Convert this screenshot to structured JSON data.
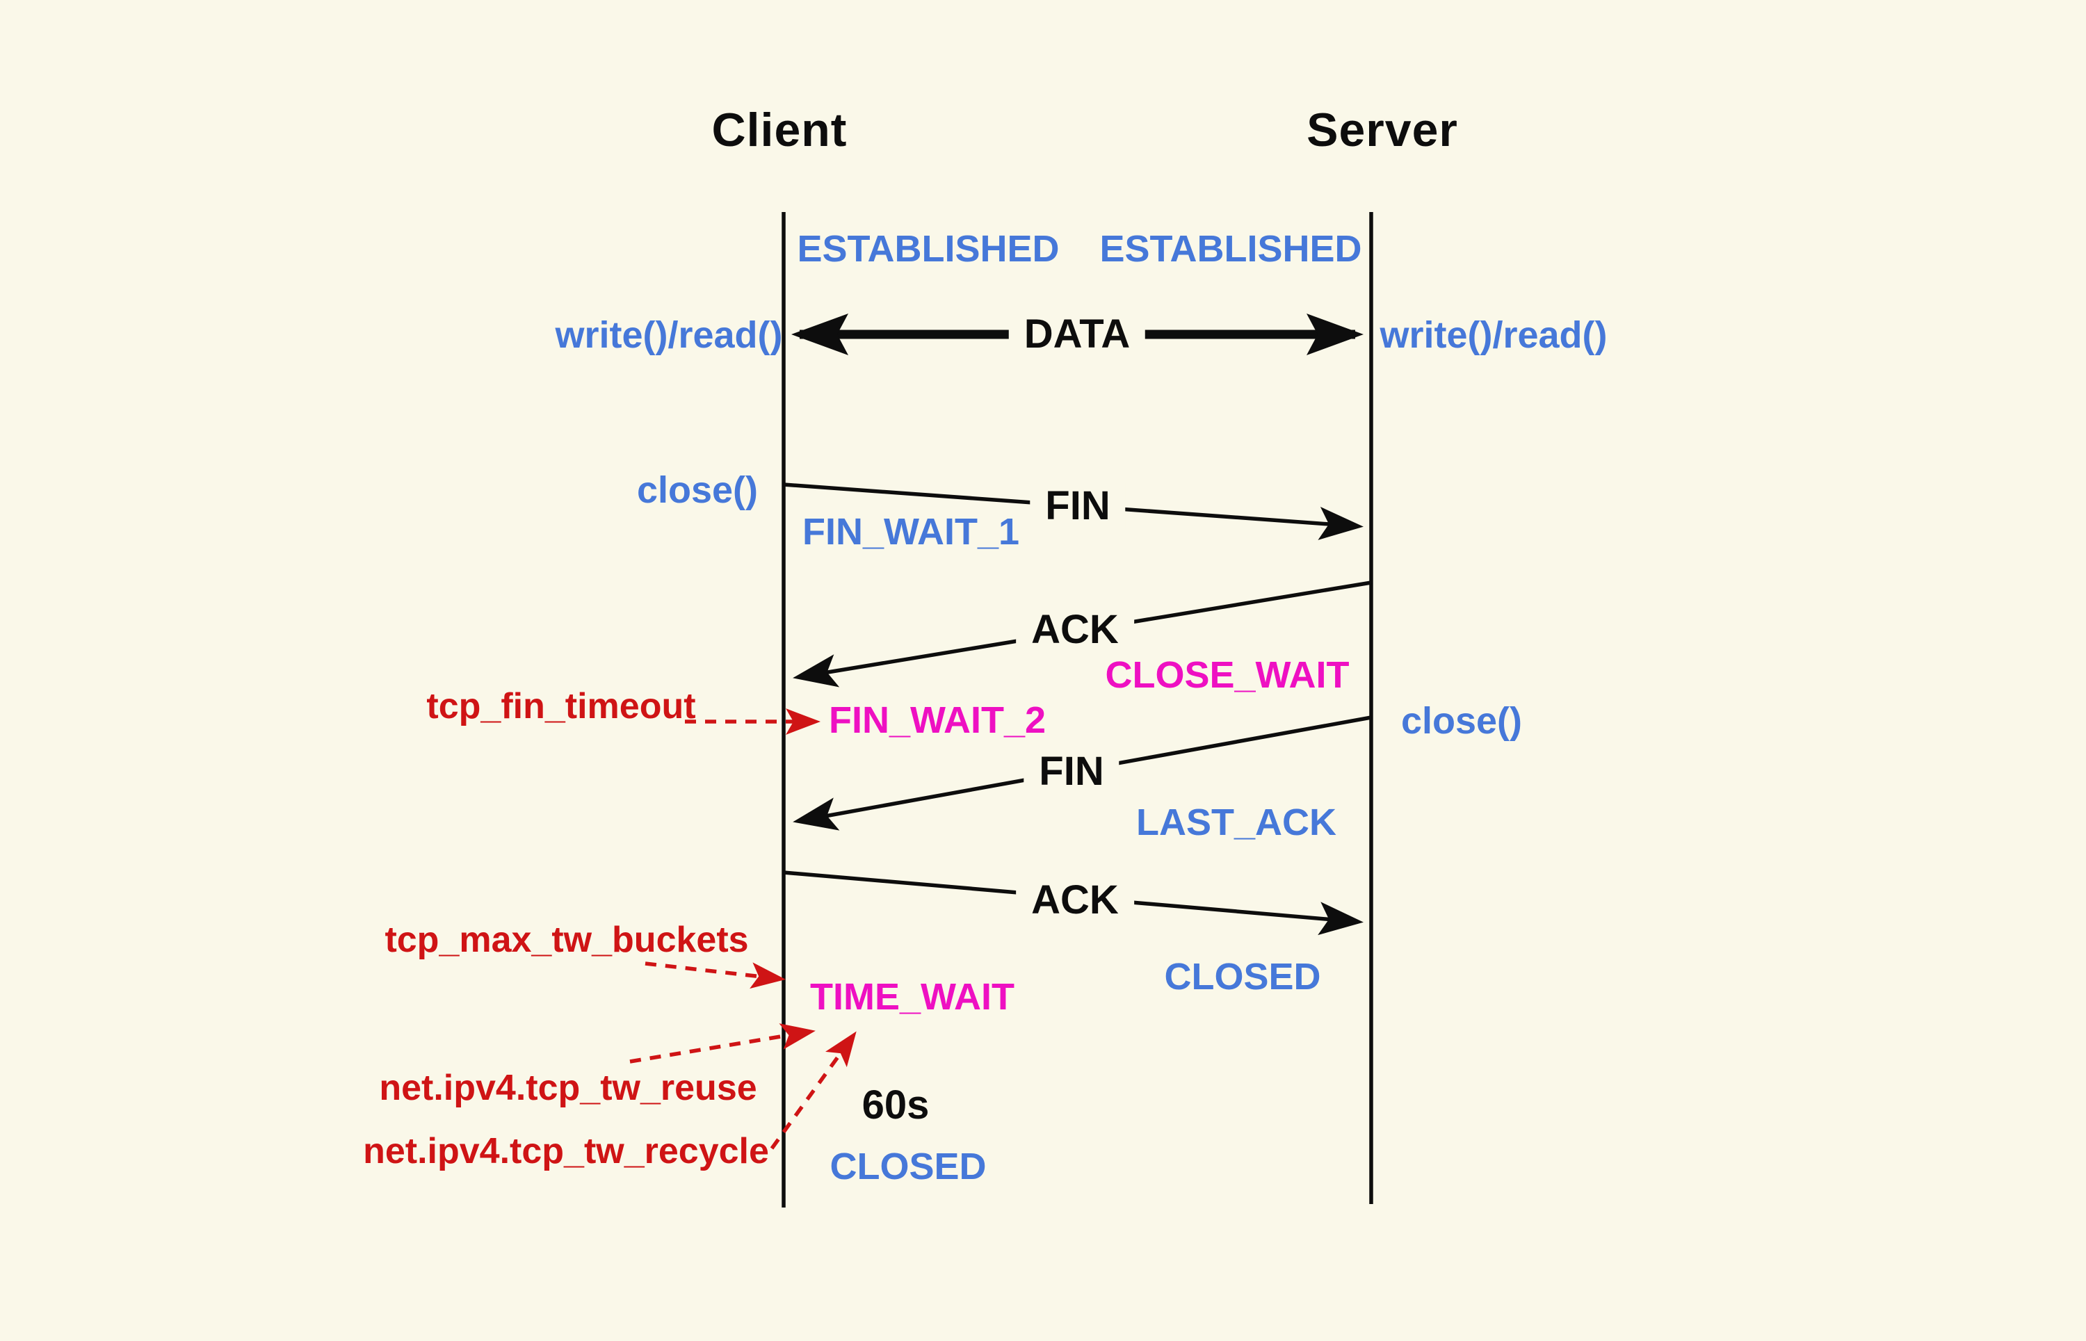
{
  "diagram": {
    "header": {
      "client": "Client",
      "server": "Server"
    },
    "colors": {
      "background": "#FAF8E9",
      "black": "#0d0d0d",
      "blue": "#4678D9",
      "magenta": "#EE10C2",
      "red": "#CF1415"
    },
    "client": {
      "states": {
        "established": "ESTABLISHED",
        "fin_wait_1": "FIN_WAIT_1",
        "fin_wait_2": "FIN_WAIT_2",
        "time_wait": "TIME_WAIT",
        "closed": "CLOSED"
      },
      "calls": {
        "write_read": "write()/read()",
        "close": "close()"
      }
    },
    "server": {
      "states": {
        "established": "ESTABLISHED",
        "close_wait": "CLOSE_WAIT",
        "last_ack": "LAST_ACK",
        "closed": "CLOSED"
      },
      "calls": {
        "write_read": "write()/read()",
        "close": "close()"
      }
    },
    "messages": {
      "data": "DATA",
      "fin_1": "FIN",
      "ack_1": "ACK",
      "fin_2": "FIN",
      "ack_2": "ACK"
    },
    "annotations": {
      "timer": "60s",
      "tcp_fin_timeout": "tcp_fin_timeout",
      "tcp_max_tw_buckets": "tcp_max_tw_buckets",
      "tcp_tw_reuse": "net.ipv4.tcp_tw_reuse",
      "tcp_tw_recycle": "net.ipv4.tcp_tw_recycle"
    }
  }
}
